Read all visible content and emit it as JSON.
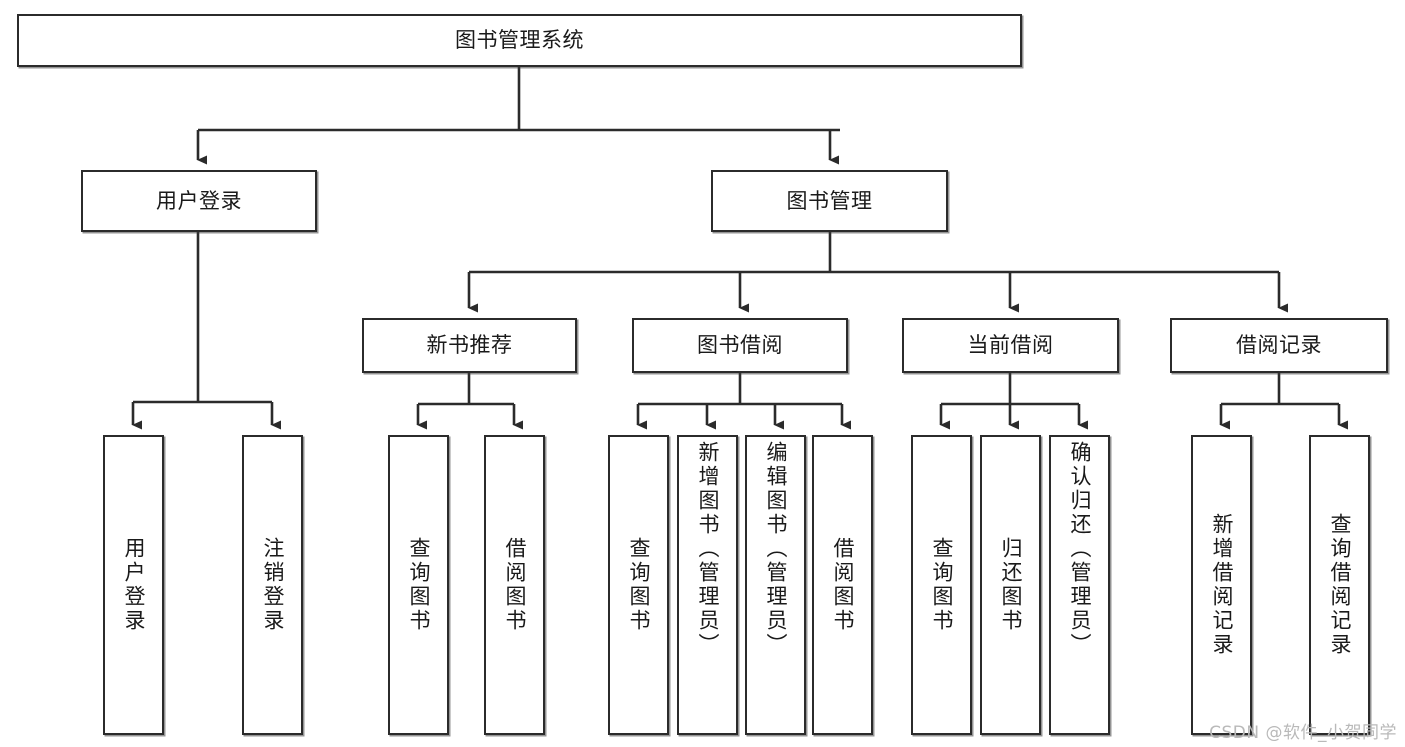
{
  "diagram": {
    "title": "图书管理系统",
    "type": "tree-hierarchy-diagram",
    "watermark": "CSDN @软件_小贺同学",
    "colors": {
      "box_border": "#2b2b2b",
      "box_fill": "#ffffff",
      "connector": "#2b2b2b",
      "text": "#1a1a1a",
      "watermark": "#b9b9b9"
    },
    "root": {
      "label": "图书管理系统"
    },
    "level2": [
      {
        "label": "用户登录"
      },
      {
        "label": "图书管理"
      }
    ],
    "level3": [
      {
        "label": "新书推荐"
      },
      {
        "label": "图书借阅"
      },
      {
        "label": "当前借阅"
      },
      {
        "label": "借阅记录"
      }
    ],
    "leaves": {
      "user_login": [
        {
          "label": "用户登录"
        },
        {
          "label": "注销登录"
        }
      ],
      "new_book_recommend": [
        {
          "label": "查询图书"
        },
        {
          "label": "借阅图书"
        }
      ],
      "book_borrow": [
        {
          "label": "查询图书"
        },
        {
          "label": "新增图书（管理员）"
        },
        {
          "label": "编辑图书（管理员）"
        },
        {
          "label": "借阅图书"
        }
      ],
      "current_borrow": [
        {
          "label": "查询图书"
        },
        {
          "label": "归还图书"
        },
        {
          "label": "确认归还（管理员）"
        }
      ],
      "borrow_record": [
        {
          "label": "新增借阅记录"
        },
        {
          "label": "查询借阅记录"
        }
      ]
    }
  }
}
